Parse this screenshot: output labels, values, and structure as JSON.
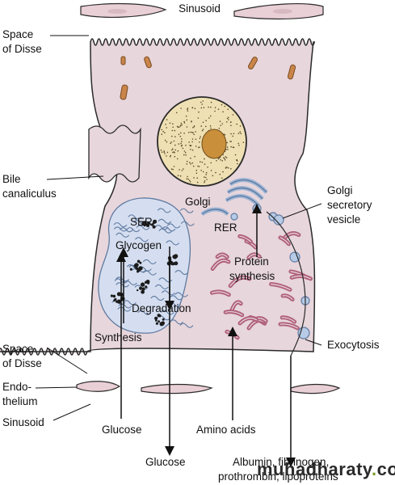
{
  "colors": {
    "cell": "#e7d6dc",
    "cell_border": "#2a2a2a",
    "nucleus": "#efe0b4",
    "nucleolus": "#c98f3a",
    "mitochondria": "#c9854a",
    "rer": "#b0607a",
    "ser": "#8ea7c7",
    "golgi": "#9fb6d6",
    "vesicle": "#b7cbe6",
    "endothelium": "#e9cfd6"
  },
  "labels": {
    "sinusoid_top": "Sinusoid",
    "space_of_disse_top": [
      "Space",
      "of Disse"
    ],
    "bile_canaliculus": [
      "Bile",
      "canaliculus"
    ],
    "golgi": "Golgi",
    "golgi_secretory_vesicle": [
      "Golgi",
      "secretory",
      "vesicle"
    ],
    "ser": "SER",
    "glycogen": "Glycogen",
    "rer": "RER",
    "protein_synthesis": [
      "Protein",
      "synthesis"
    ],
    "degradation": "Degradation",
    "synthesis": "Synthesis",
    "exocytosis": "Exocytosis",
    "space_of_disse_bottom": [
      "Space",
      "of Disse"
    ],
    "endothelium": [
      "Endo-",
      "thelium"
    ],
    "sinusoid_bottom": "Sinusoid",
    "glucose_in": "Glucose",
    "amino_acids": "Amino acids",
    "glucose_out": "Glucose",
    "proteins_out": [
      "Albumin, fibrinogen,",
      "prothrombin, lipoproteins"
    ]
  },
  "watermark": {
    "text_main": "muhadharaty",
    "text_dot": ".",
    "text_tail": "com"
  }
}
